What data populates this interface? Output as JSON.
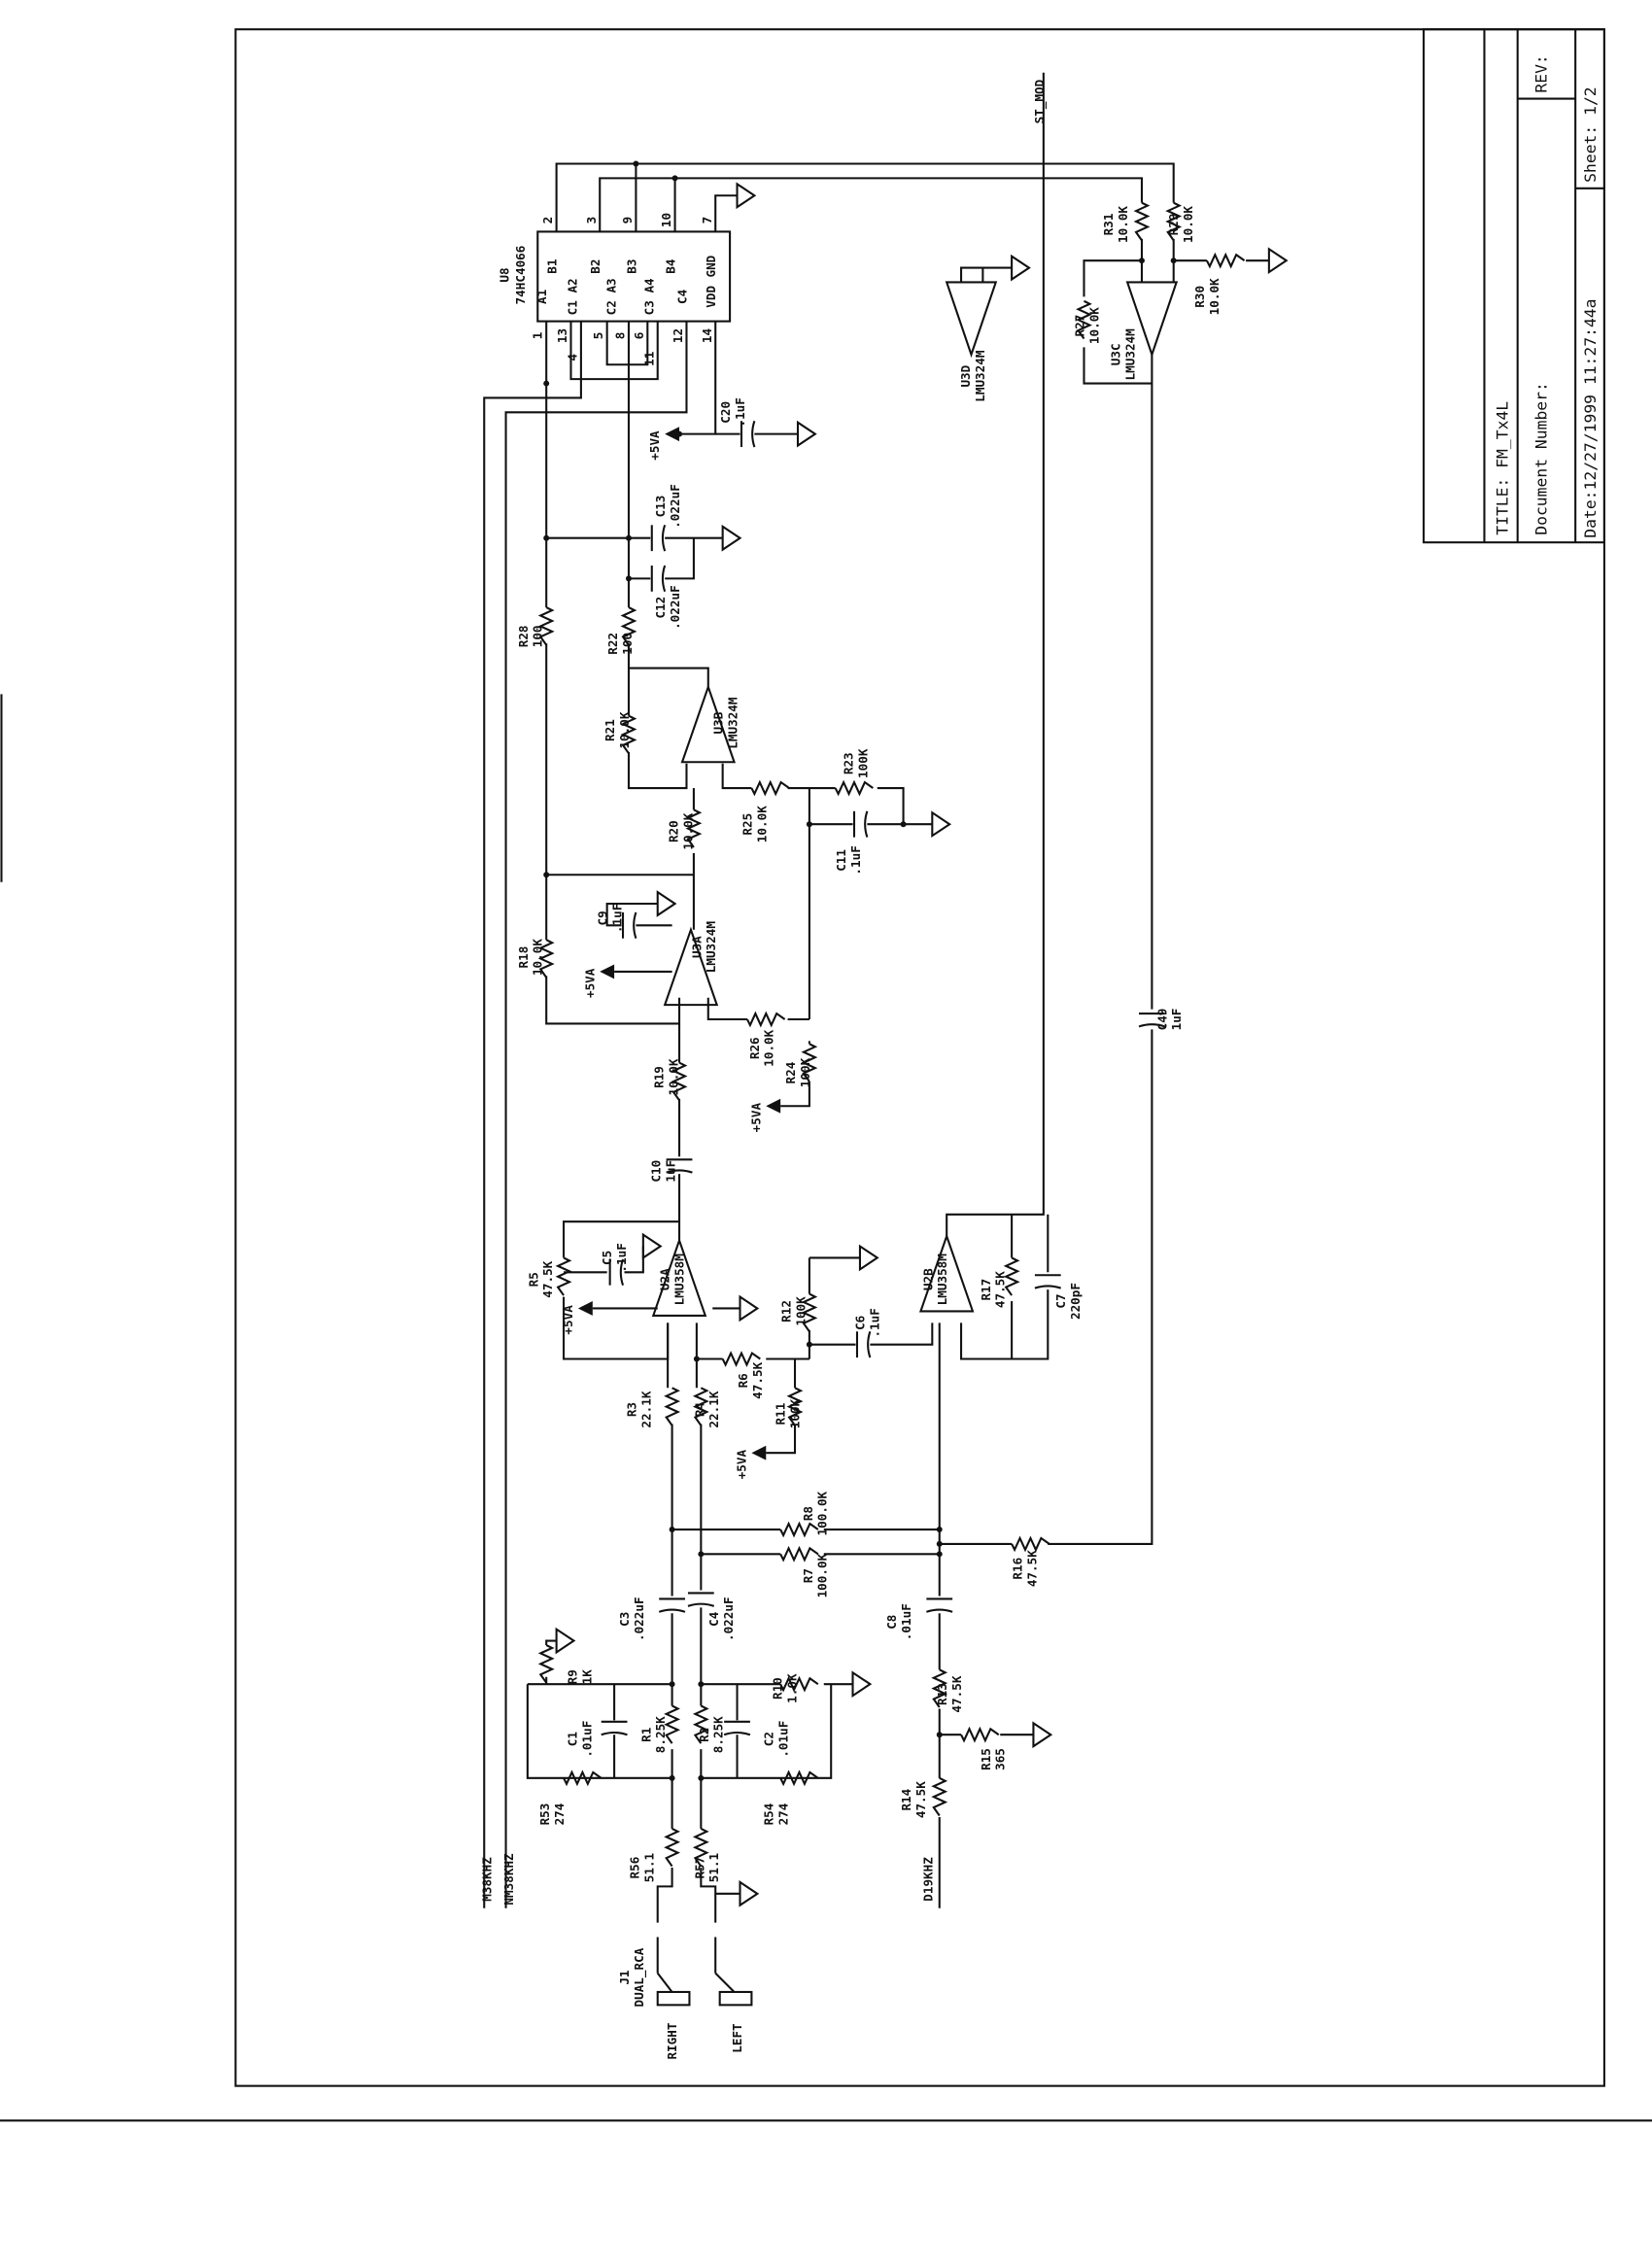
{
  "title_block": {
    "title": "TITLE:  FM_Tx4L",
    "document_number": "Document Number:",
    "rev": "REV:",
    "date": "Date:12/27/1999 11:27:44a",
    "sheet": "Sheet: 1/2"
  },
  "nets": {
    "st_mod": "ST_MOD",
    "m38khz": "M38KHZ",
    "nm38khz": "NM38KHZ",
    "d19khz": "D19KHZ"
  },
  "u8": {
    "ref": "U8",
    "part": "74HC4066",
    "top_pins": [
      "2",
      "3",
      "9",
      "10",
      "7"
    ],
    "top_names": [
      "B1",
      "B2",
      "B3",
      "B4",
      "GND"
    ],
    "bottom_pins": [
      "1",
      "13",
      "4",
      "5",
      "8",
      "6",
      "11",
      "12",
      "14"
    ],
    "bottom_names": [
      "A1",
      "C1 A2",
      "C2 A3",
      "C3 A4",
      "C4",
      "VDD"
    ]
  },
  "components": {
    "U3D": {
      "ref": "U3D",
      "value": "LMU324M"
    },
    "U3C": {
      "ref": "U3C",
      "value": "LMU324M"
    },
    "U3B": {
      "ref": "U3B",
      "value": "LMU324M"
    },
    "U3A": {
      "ref": "U3A",
      "value": "LMU324M"
    },
    "U2A": {
      "ref": "U2A",
      "value": "LMU358M"
    },
    "U2B": {
      "ref": "U2B",
      "value": "LMU358M"
    },
    "R31": {
      "ref": "R31",
      "value": "10.0K"
    },
    "R29": {
      "ref": "R29",
      "value": "10.0K"
    },
    "R30": {
      "ref": "R30",
      "value": "10.0K"
    },
    "R27": {
      "ref": "R27",
      "value": "10.0K"
    },
    "C20": {
      "ref": "C20",
      "value": ".1uF"
    },
    "C13": {
      "ref": "C13",
      "value": ".022uF"
    },
    "C12": {
      "ref": "C12",
      "value": ".022uF"
    },
    "R28": {
      "ref": "R28",
      "value": "100"
    },
    "R22": {
      "ref": "R22",
      "value": "100"
    },
    "R21": {
      "ref": "R21",
      "value": "10.0K"
    },
    "R23": {
      "ref": "R23",
      "value": "100K"
    },
    "R25": {
      "ref": "R25",
      "value": "10.0K"
    },
    "C11": {
      "ref": "C11",
      "value": ".1uF"
    },
    "R20": {
      "ref": "R20",
      "value": "10.0K"
    },
    "C9": {
      "ref": "C9",
      "value": ".1uF"
    },
    "R18": {
      "ref": "R18",
      "value": "10.0K"
    },
    "R26": {
      "ref": "R26",
      "value": "10.0K"
    },
    "R24": {
      "ref": "R24",
      "value": "100K"
    },
    "C49": {
      "ref": "C49",
      "value": "1uF"
    },
    "R19": {
      "ref": "R19",
      "value": "10.0K"
    },
    "C10": {
      "ref": "C10",
      "value": "1uF"
    },
    "R5": {
      "ref": "R5",
      "value": "47.5K"
    },
    "C5": {
      "ref": "C5",
      "value": ".1uF"
    },
    "R12": {
      "ref": "R12",
      "value": "100K"
    },
    "C6": {
      "ref": "C6",
      "value": ".1uF"
    },
    "R17": {
      "ref": "R17",
      "value": "47.5K"
    },
    "C7": {
      "ref": "C7",
      "value": "220pF"
    },
    "R3": {
      "ref": "R3",
      "value": "22.1K"
    },
    "R4": {
      "ref": "R4",
      "value": "22.1K"
    },
    "R6": {
      "ref": "R6",
      "value": "47.5K"
    },
    "R11": {
      "ref": "R11",
      "value": "100K"
    },
    "R8": {
      "ref": "R8",
      "value": "100.0K"
    },
    "R7": {
      "ref": "R7",
      "value": "100.0K"
    },
    "R16": {
      "ref": "R16",
      "value": "47.5K"
    },
    "C3": {
      "ref": "C3",
      "value": ".022uF"
    },
    "C4": {
      "ref": "C4",
      "value": ".022uF"
    },
    "C8": {
      "ref": "C8",
      "value": ".01uF"
    },
    "R9": {
      "ref": "R9",
      "value": "1K"
    },
    "R10": {
      "ref": "R10",
      "value": "1.0K"
    },
    "R13": {
      "ref": "R13",
      "value": "47.5K"
    },
    "C1": {
      "ref": "C1",
      "value": ".01uF"
    },
    "R1": {
      "ref": "R1",
      "value": "8.25K"
    },
    "R2": {
      "ref": "R2",
      "value": "8.25K"
    },
    "C2": {
      "ref": "C2",
      "value": ".01uF"
    },
    "R15": {
      "ref": "R15",
      "value": "365"
    },
    "R14": {
      "ref": "R14",
      "value": "47.5K"
    },
    "R53": {
      "ref": "R53",
      "value": "274"
    },
    "R54": {
      "ref": "R54",
      "value": "274"
    },
    "R56": {
      "ref": "R56",
      "value": "51.1"
    },
    "R57": {
      "ref": "R57",
      "value": "51.1"
    },
    "J1": {
      "ref": "J1",
      "value": "DUAL_RCA"
    }
  },
  "power_label": "+5VA",
  "connectors": {
    "right": "RIGHT",
    "left": "LEFT"
  }
}
